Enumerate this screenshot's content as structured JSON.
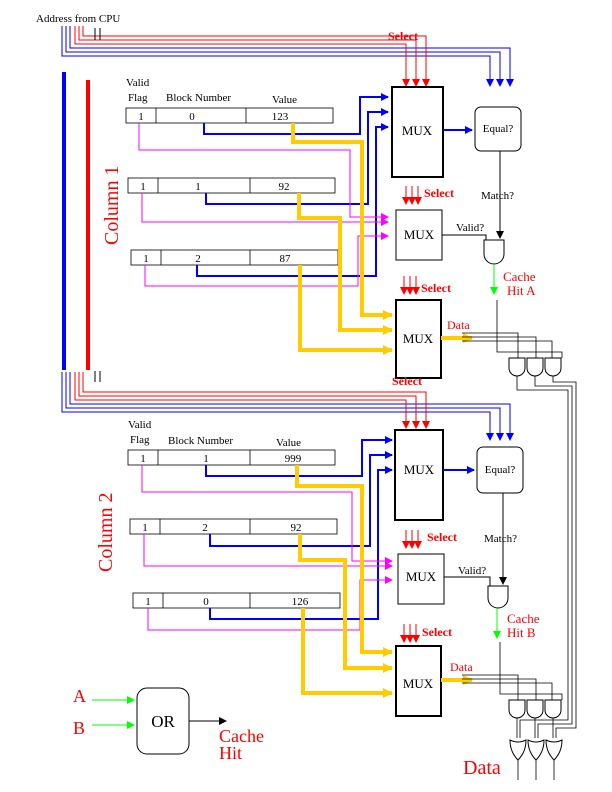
{
  "header": {
    "address_label": "Address from CPU"
  },
  "columns": [
    {
      "title": "Column 1",
      "headers": {
        "valid": [
          "Valid",
          "Flag"
        ],
        "block": "Block Number",
        "value": "Value"
      },
      "rows": [
        {
          "flag": "1",
          "block": "0",
          "value": "123"
        },
        {
          "flag": "1",
          "block": "1",
          "value": "92"
        },
        {
          "flag": "1",
          "block": "2",
          "value": "87"
        }
      ],
      "select_labels": [
        "Select",
        "Select",
        "Select"
      ],
      "mux_labels": [
        "MUX",
        "MUX",
        "MUX"
      ],
      "equal_label": "Equal?",
      "match_label": "Match?",
      "valid_label": "Valid?",
      "data_label": "Data",
      "hit": [
        "Cache",
        "Hit A"
      ]
    },
    {
      "title": "Column 2",
      "headers": {
        "valid": [
          "Valid",
          "Flag"
        ],
        "block": "Block Number",
        "value": "Value"
      },
      "rows": [
        {
          "flag": "1",
          "block": "1",
          "value": "999"
        },
        {
          "flag": "1",
          "block": "2",
          "value": "92"
        },
        {
          "flag": "1",
          "block": "0",
          "value": "126"
        }
      ],
      "select_labels": [
        "Select",
        "Select",
        "Select"
      ],
      "mux_labels": [
        "MUX",
        "MUX",
        "MUX"
      ],
      "equal_label": "Equal?",
      "match_label": "Match?",
      "valid_label": "Valid?",
      "data_label": "Data",
      "hit": [
        "Cache",
        "Hit B"
      ]
    }
  ],
  "or_gate": {
    "input_a": "A",
    "input_b": "B",
    "label": "OR",
    "output": [
      "Cache",
      "Hit"
    ]
  },
  "output_label": "Data",
  "colors": {
    "address": "#0000ff",
    "select": "#ff0000",
    "valid": "#ff00ff",
    "value": "#ffcc00",
    "hit": "#00ff00"
  }
}
